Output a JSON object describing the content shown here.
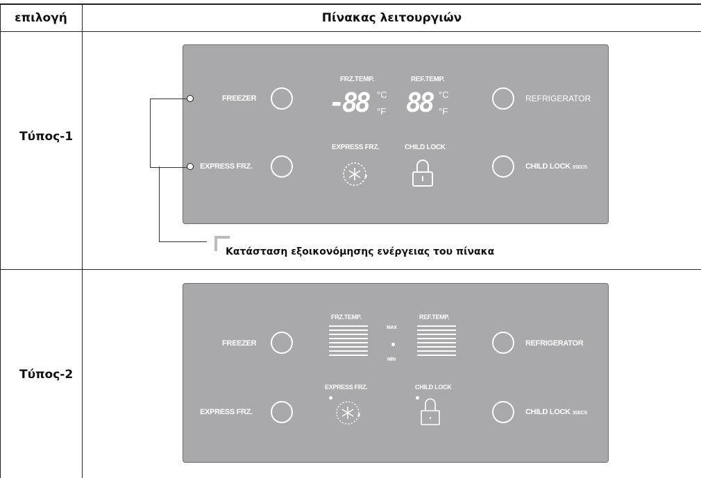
{
  "table": {
    "col_option": "επιλογή",
    "col_panel": "Πίνακας λειτουργιών",
    "rows": [
      {
        "label": "Τύπος-1"
      },
      {
        "label": "Τύπος-2"
      }
    ]
  },
  "type1": {
    "freezer": "FREEZER",
    "express_frz": "EXPRESS FRZ.",
    "frz_temp": "FRZ.TEMP.",
    "ref_temp": "REF.TEMP.",
    "digits_frz": "-88",
    "digits_ref": "88",
    "unit_c": "°C",
    "unit_f": "°F",
    "express_frz_icon_label": "EXPRESS FRZ.",
    "child_lock_icon_label": "CHILD LOCK",
    "refrigerator": "REFRIGERATOR",
    "child_lock": "CHILD LOCK",
    "child_lock_small": "3SECS",
    "energy_note": "Κατάσταση εξοικονόμησης ενέργειας του πίνακα"
  },
  "type2": {
    "freezer": "FREEZER",
    "express_frz": "EXPRESS FRZ.",
    "frz_temp": "FRZ.TEMP.",
    "ref_temp": "REF.TEMP.",
    "max": "MAX",
    "min": "MIN",
    "express_frz_icon_label": "EXPRESS FRZ.",
    "child_lock_icon_label": "CHILD LOCK",
    "refrigerator": "REFRIGERATOR",
    "child_lock": "CHILD LOCK",
    "child_lock_small": "3SECS"
  }
}
